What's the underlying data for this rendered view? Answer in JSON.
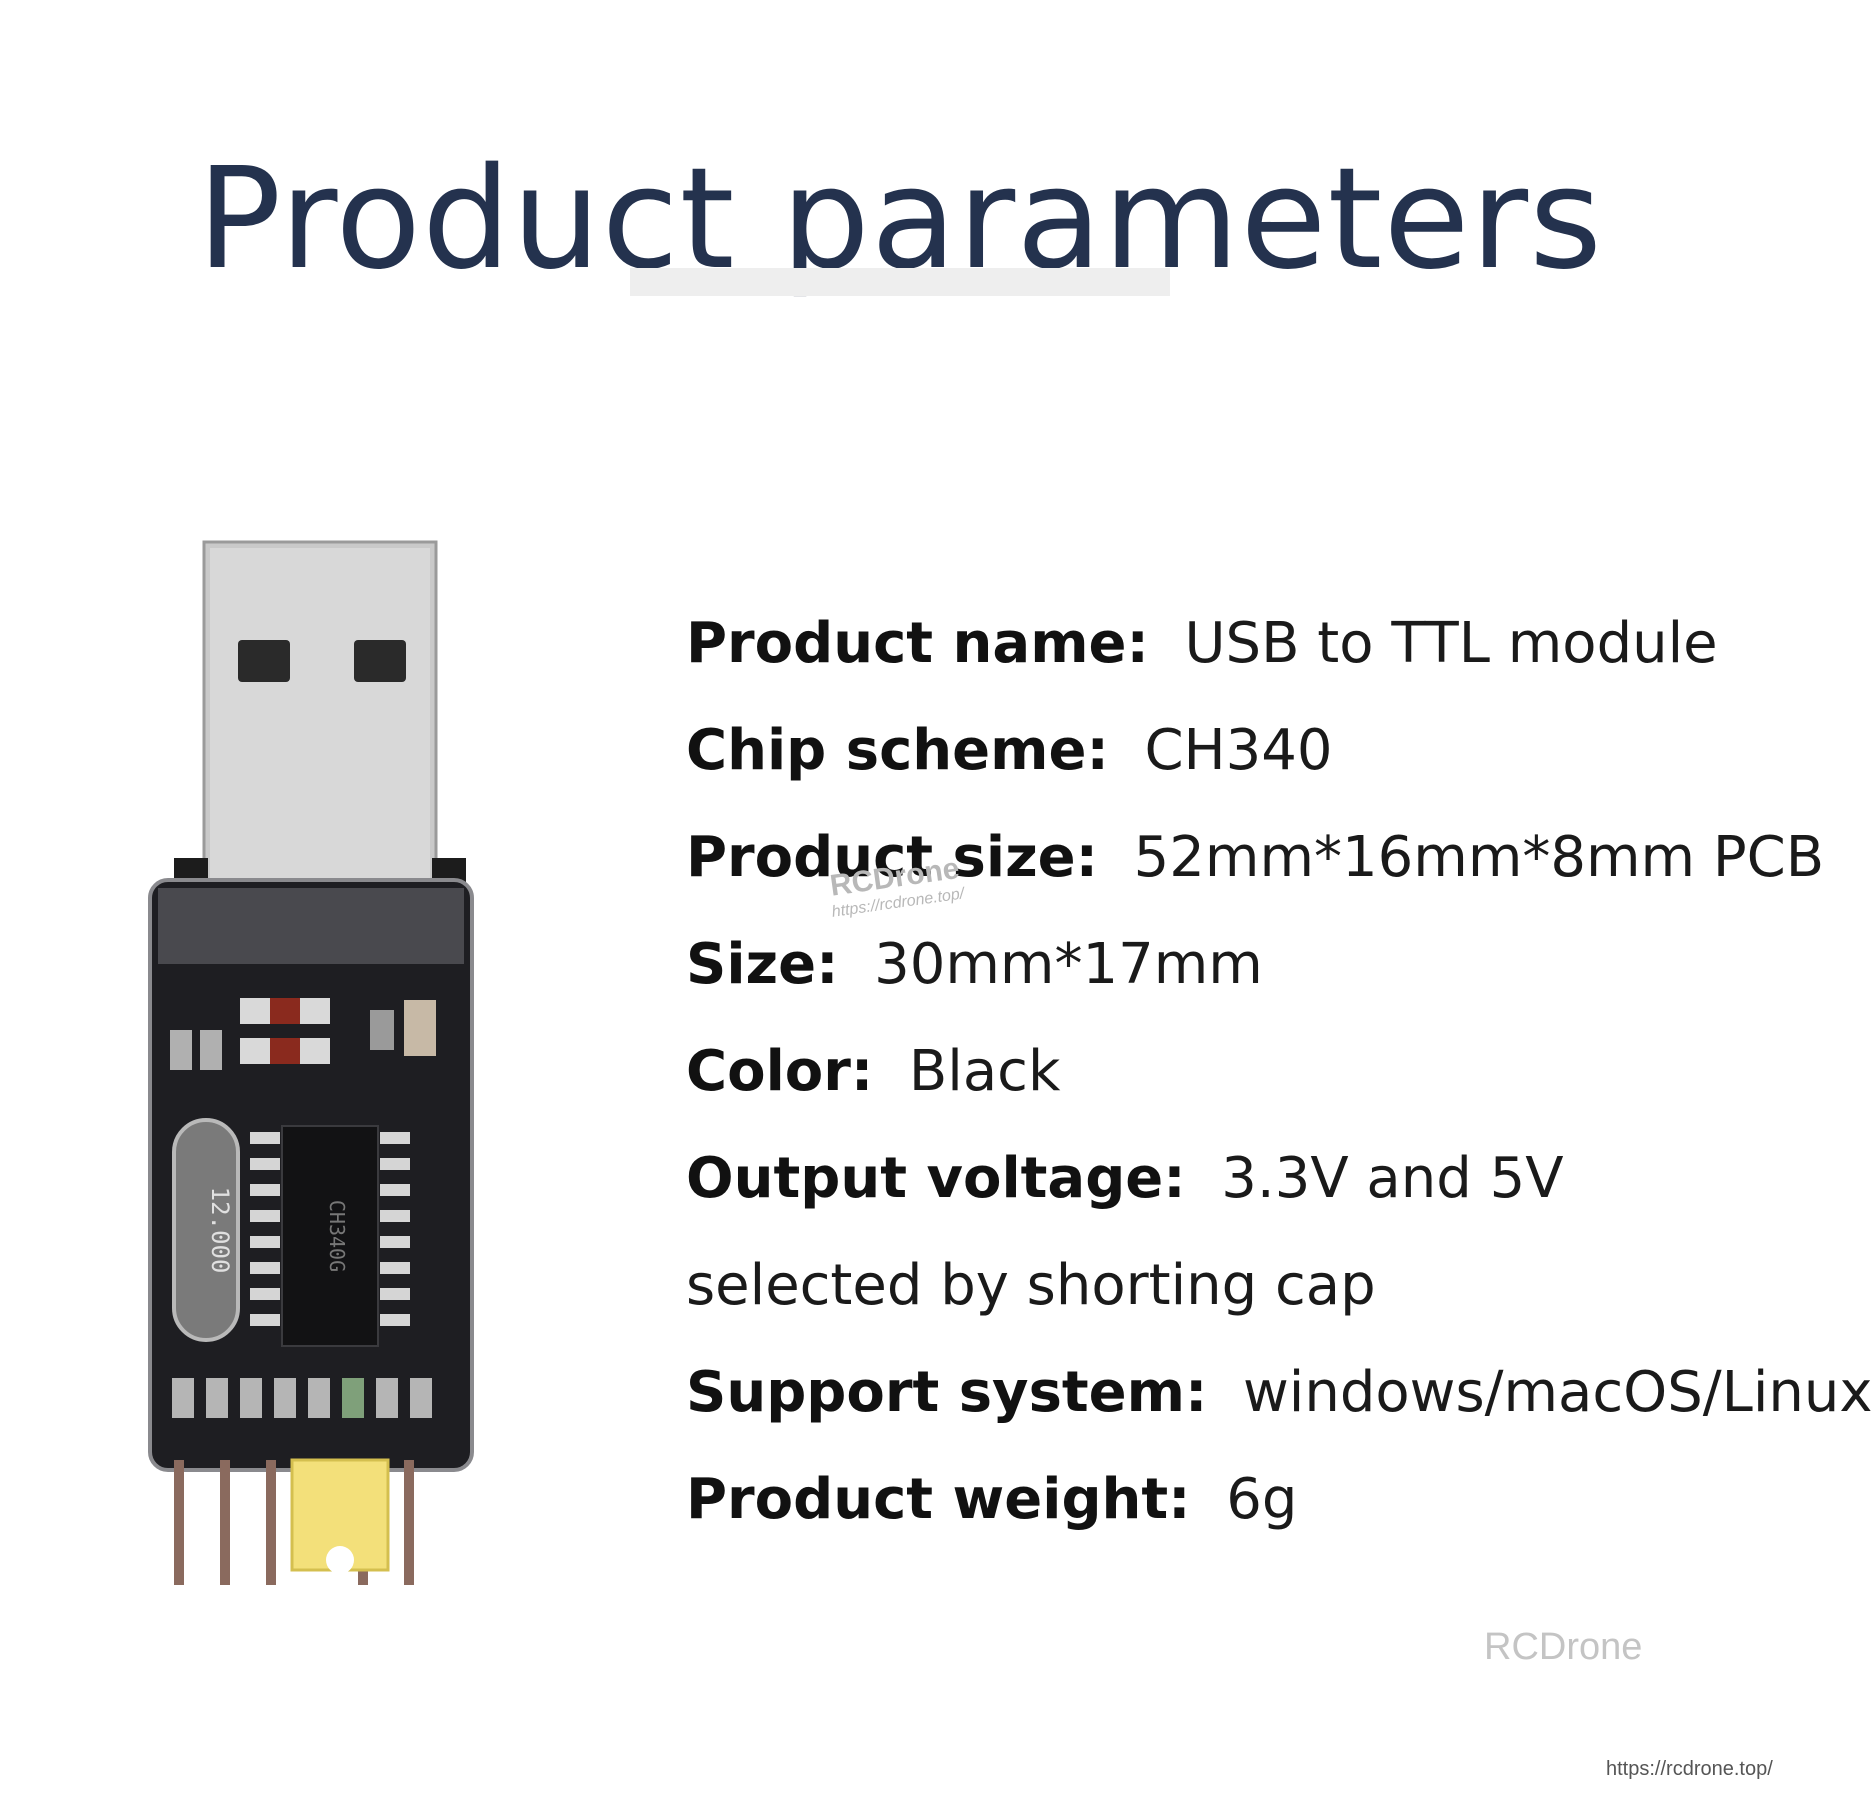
{
  "title": "Product parameters",
  "params": [
    {
      "label": "Product name:",
      "value": "USB to TTL module"
    },
    {
      "label": "Chip scheme:",
      "value": "CH340"
    },
    {
      "label": "Product size:",
      "value": "52mm*16mm*8mm PCB"
    },
    {
      "label": "Size:",
      "value": "30mm*17mm"
    },
    {
      "label": "Color:",
      "value": "Black"
    },
    {
      "label": "Output voltage:",
      "value": "3.3V and 5V selected by shorting cap"
    },
    {
      "label": "Support system:",
      "value": "windows/macOS/Linux"
    },
    {
      "label": "Product weight:",
      "value": "6g"
    }
  ],
  "watermark": {
    "brand": "RCDrone",
    "url": "https://rcdrone.top/"
  },
  "brand": "RCDrone",
  "url": "https://rcdrone.top/",
  "crystal_marking": "12.000",
  "chip_marking": "CH340G"
}
